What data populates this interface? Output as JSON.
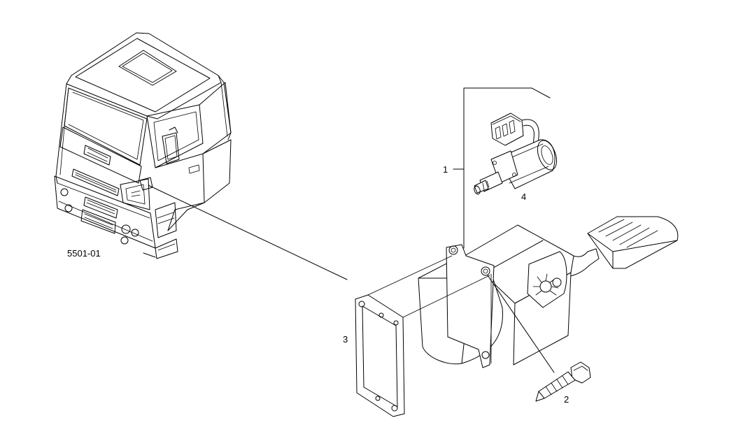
{
  "diagram": {
    "reference_code": "5501-01",
    "callouts": [
      {
        "id": "1",
        "label": "1"
      },
      {
        "id": "2",
        "label": "2"
      },
      {
        "id": "3",
        "label": "3"
      },
      {
        "id": "4",
        "label": "4"
      }
    ],
    "colors": {
      "line": "#000000",
      "background": "#ffffff"
    }
  }
}
